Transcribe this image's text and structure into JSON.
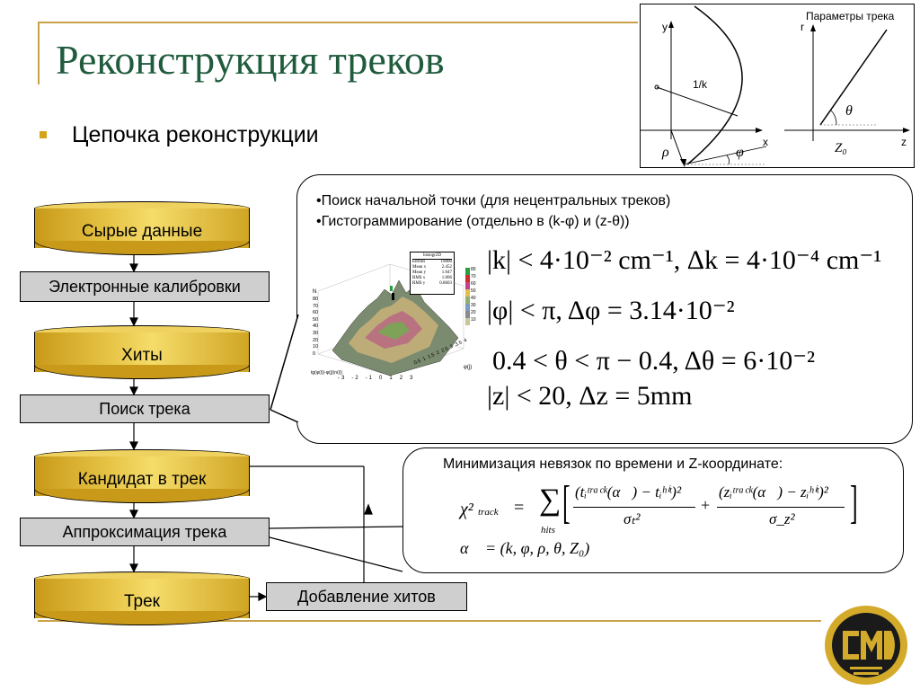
{
  "title": "Реконструкция треков",
  "bullet": "Цепочка реконструкции",
  "pipeline": {
    "raw_data": "Сырые данные",
    "calibrations": "Электронные калибровки",
    "hits": "Хиты",
    "track_search": "Поиск трека",
    "candidate": "Кандидат в трек",
    "fit": "Аппроксимация трека",
    "track": "Трек",
    "add_hits": "Добавление хитов"
  },
  "search_panel": {
    "line1": "•Поиск начальной точки (для нецентральных треков)",
    "line2": "•Гистограммирование (отдельно в (k-φ) и (z-θ))",
    "formulas": [
      "|k| < 4·10⁻² cm⁻¹, Δk = 4·10⁻⁴ cm⁻¹",
      "|φ| < π, Δφ = 3.14·10⁻²",
      "0.4 < θ < π − 0.4, Δθ = 6·10⁻²",
      "|z| < 20, Δz = 5mm"
    ],
    "histogram": {
      "stats_title": "histogr2D",
      "stats": [
        [
          "Entries",
          "19000"
        ],
        [
          "Mean x",
          "2.452"
        ],
        [
          "Mean y",
          "1.047"
        ],
        [
          "RMS x",
          "1.006"
        ],
        [
          "RMS y",
          "0.8603"
        ]
      ],
      "n_label": "N",
      "y_ticks": [
        "80",
        "70",
        "60",
        "50",
        "40",
        "30",
        "20",
        "10",
        "0"
      ],
      "color_ticks": [
        "80",
        "70",
        "60",
        "50",
        "40",
        "30",
        "20",
        "10"
      ],
      "x_ticks": [
        "-3",
        "-2",
        "-1",
        "0",
        "1",
        "2",
        "3"
      ],
      "z_ticks": [
        "0.5",
        "1",
        "1.5",
        "2",
        "2.5",
        "3",
        "3.5",
        "4"
      ],
      "x_label": "tg(φ(i))-φ(j)(n(i))",
      "z_label": "φ(j)"
    }
  },
  "min_panel": {
    "title": "Минимизация невязок по времени и Z-координате:",
    "chi": "χ²",
    "chi_sub": "track",
    "eq": "=",
    "sum": "∑",
    "sum_sub": "hits",
    "term1_num": "(tᵢᵗʳᵃᶜᵏ(α⃗) − tᵢʰⁱᵗ)²",
    "term1_den": "σₜ²",
    "plus": "+",
    "term2_num": "(zᵢᵗʳᵃᶜᵏ(α⃗) − zᵢʰⁱᵗ)²",
    "term2_den": "σ_z²",
    "alpha": "α⃗ = (k, φ, ρ, θ, Z₀)"
  },
  "diagram": {
    "title": "Параметры трека",
    "y_label": "y",
    "x_label": "x",
    "r_label": "r",
    "z_label": "z",
    "radius_label": "1/k",
    "rho": "ρ",
    "phi": "φ",
    "theta": "θ",
    "z0": "Z₀"
  },
  "colors": {
    "title_green": "#1f5b3c",
    "gold": "#c8a24a",
    "cylinder": "#e7c446",
    "box_gray": "#cfcfcf"
  }
}
